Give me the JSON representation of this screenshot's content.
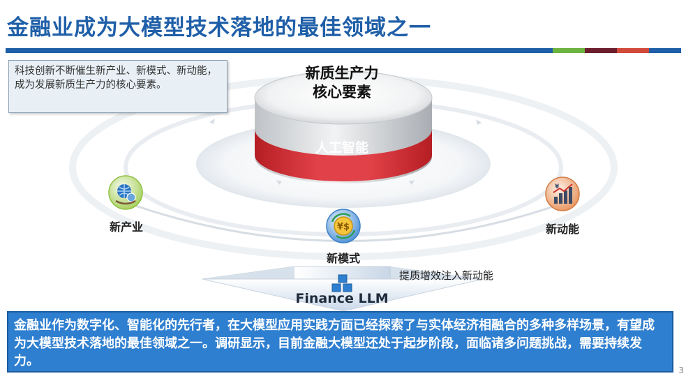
{
  "slide": {
    "title": "金融业成为大模型技术落地的最佳领域之一",
    "accent_colors": [
      "#1f5fa8",
      "#6db33f",
      "#6b1e2e",
      "#d24a3a"
    ]
  },
  "callout": {
    "text": "科技创新不断催生新产业、新模式、新动能，成为发展新质生产力的核心要素。"
  },
  "cylinder": {
    "title_line1": "新质生产力",
    "title_line2": "核心要素",
    "band_label": "人工智能"
  },
  "nodes": {
    "left": {
      "label": "新产业",
      "icon": "globe-gear-icon"
    },
    "center": {
      "label": "新模式",
      "icon": "currency-exchange-icon"
    },
    "right": {
      "label": "新动能",
      "icon": "growth-chart-icon"
    }
  },
  "funnel": {
    "label": "Finance LLM",
    "note": "提质增效注入新动能",
    "icon": "cube-stack-icon"
  },
  "banner": {
    "text": "金融业作为数字化、智能化的先行者，在大模型应用实践方面已经探索了与实体经济相融合的多种多样场景，有望成为大模型技术落地的最佳领域之一。调研显示，目前金融大模型还处于起步阶段，面临诸多问题挑战，需要持续发力。"
  },
  "page_number": "3"
}
